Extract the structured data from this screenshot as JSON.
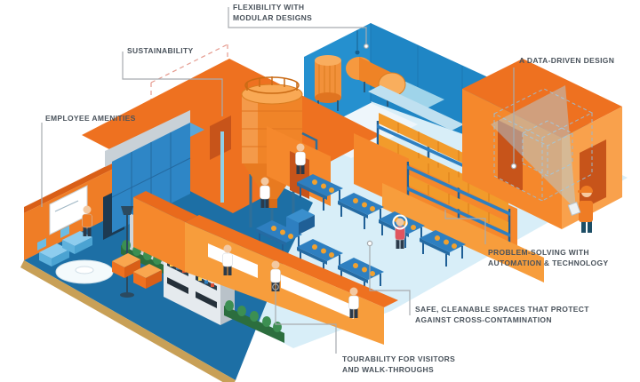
{
  "labels": [
    {
      "id": "flexibility",
      "text": "FLEXIBILITY WITH\nMODULAR DESIGNS"
    },
    {
      "id": "sustainability",
      "text": "SUSTAINABILITY"
    },
    {
      "id": "employee-amenities",
      "text": "EMPLOYEE AMENITIES"
    },
    {
      "id": "data-driven",
      "text": "A DATA-DRIVEN DESIGN"
    },
    {
      "id": "problem-solving",
      "text": "PROBLEM-SOLVING WITH\nAUTOMATION & TECHNOLOGY"
    },
    {
      "id": "safe-cleanable",
      "text": "SAFE, CLEANABLE SPACES THAT PROTECT\nAGAINST CROSS-CONTAMINATION"
    },
    {
      "id": "tourability",
      "text": "TOURABILITY FOR VISITORS\nAND WALK-THROUGHS"
    }
  ],
  "scene_elements": [
    "factory-silo",
    "storage-racks",
    "conveyor-tables",
    "blue-building",
    "lounge-lockers",
    "vending-machines",
    "whiteboard",
    "tv-screen",
    "hedge-plants",
    "viewing-windows",
    "workers",
    "visitors",
    "data-analyst-with-tablet",
    "modular-dashed-outline",
    "scan-wireframe-cube",
    "projection-cone"
  ],
  "colors": {
    "orange": "#ee7120",
    "orange_light": "#f9a14c",
    "orange_door": "#c7541a",
    "blue_wall": "#1f86c5",
    "blue_equipment": "#2e7fc0",
    "floor_cyan": "#d8eef8",
    "floor_dark_blue": "#1d6fa5",
    "floor_edge_tan": "#c8a057",
    "label_text": "#49525b",
    "callout_line": "#a7abaf",
    "dashed_pink": "#e59a8e",
    "dashed_blue": "#9fb8c8",
    "plant_green": "#3c8f52"
  }
}
